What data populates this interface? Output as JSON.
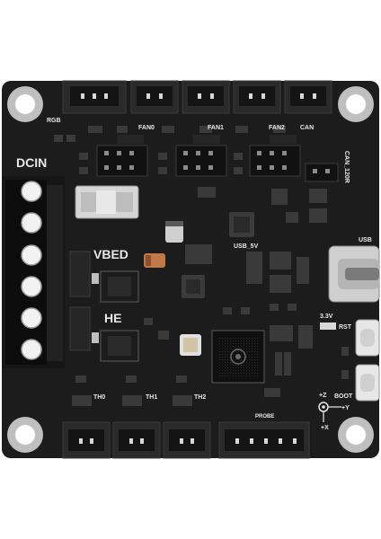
{
  "labels": {
    "rgb": "RGB",
    "fan0": "FAN0",
    "fan1": "FAN1",
    "fan2": "FAN2",
    "can": "CAN",
    "can_120r": "CAN_120R",
    "dcin": "DCIN",
    "vbed": "VBED",
    "he": "HE",
    "usb_5v": "USB_5V",
    "usb": "USB",
    "v33": "3.3V",
    "rst": "RST",
    "boot": "BOOT",
    "plus_z": "+Z",
    "plus_y": "+Y",
    "plus_x": "+X",
    "th0": "TH0",
    "th1": "TH1",
    "th2": "TH2",
    "probe": "PROBE"
  },
  "colors": {
    "background": "#ffffff",
    "pcb": "#1c1c1c",
    "silkscreen": "#e8e8e8",
    "connector": "#2a2a2a",
    "terminal_block": "#161616",
    "screw": "#f2f2f2",
    "metal": "#c9c9c9",
    "fuse": "#d6d6d6",
    "capacitor": "#c07a4a"
  }
}
